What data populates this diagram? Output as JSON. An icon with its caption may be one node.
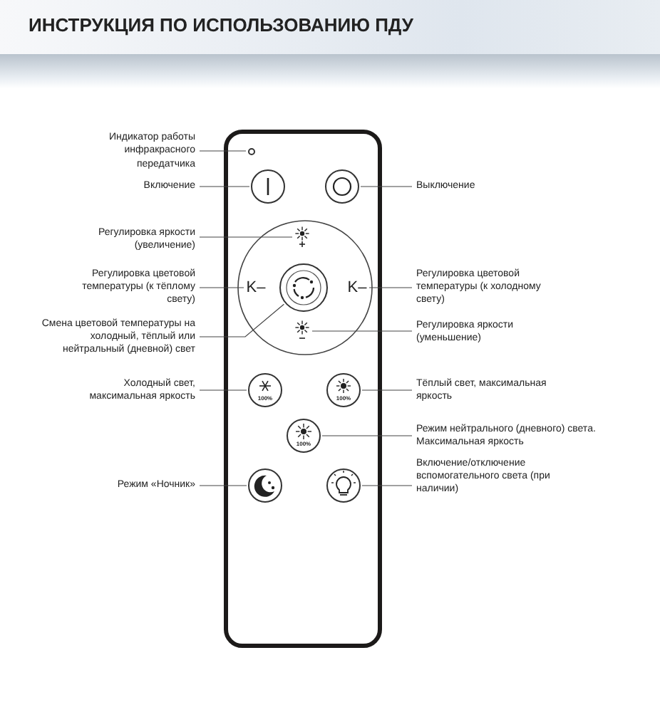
{
  "diagram": {
    "title": "ИНСТРУКЦИЯ ПО ИСПОЛЬЗОВАНИЮ ПДУ",
    "nodes": [
      {
        "text": [],
        "shape": "box"
      },
      {
        "text": [
          "Индикатор работы инфракрасного передатчика"
        ]
      },
      {
        "text": [],
        "shape": "circle",
        "in": 0
      },
      {
        "text": [
          "Включение"
        ]
      },
      {
        "text": [],
        "shape": "circle",
        "in": 0
      },
      {
        "text": [
          "Выключение"
        ]
      },
      {
        "text": [],
        "shape": "circle",
        "in": 0
      },
      {
        "text": [
          "Регулировка яркости (увеличение)"
        ]
      },
      {
        "text": [],
        "shape": "sun",
        "in": 0
      },
      {
        "text": [
          "Регулировка цветовой температуры (к тёплому свету)"
        ]
      },
      {
        "text": [
          "K–"
        ],
        "in": 0
      },
      {
        "text": [
          "Регулировка цветовой температуры (к холодному свету)"
        ]
      },
      {
        "text": [
          "K–"
        ],
        "in": 0
      },
      {
        "text": [
          "Смена цветовой температуры на холодный, тёплый или нейтральный (дневной) свет"
        ]
      },
      {
        "text": [],
        "shape": "circle",
        "in": 0
      },
      {
        "text": [
          "Регулировка яркости (уменьшение)"
        ]
      },
      {
        "text": [],
        "shape": "sun",
        "in": 0
      },
      {
        "text": [
          "Холодный свет, максимальная яркость"
        ]
      },
      {
        "text": [
          "100%"
        ],
        "in": 0
      },
      {
        "text": [
          "Тёплый свет, максимальная яркость"
        ]
      },
      {
        "text": [
          "100%"
        ],
        "in": 0
      },
      {
        "text": [
          "Режим нейтрального (дневного) света. Максимальная яркость"
        ]
      },
      {
        "text": [
          "100%"
        ],
        "in": 0
      },
      {
        "text": [
          "Режим «Ночник»"
        ]
      },
      {
        "text": [],
        "shape": "circle",
        "in": 0
      },
      {
        "text": [
          "Включение/отключение вспомогательного света (при наличии)"
        ]
      },
      {
        "text": [],
        "shape": "circle",
        "in": 0
      }
    ],
    "edges": [
      {
        "from": 1,
        "to": 2,
        "arrow": "none"
      },
      {
        "from": 3,
        "to": 4,
        "arrow": "none"
      },
      {
        "from": 5,
        "to": 6,
        "arrow": "none"
      },
      {
        "from": 7,
        "to": 8,
        "arrow": "none"
      },
      {
        "from": 9,
        "to": 10,
        "arrow": "none"
      },
      {
        "from": 11,
        "to": 12,
        "arrow": "none"
      },
      {
        "from": 13,
        "to": 14,
        "arrow": "none"
      },
      {
        "from": 15,
        "to": 16,
        "arrow": "none"
      },
      {
        "from": 17,
        "to": 18,
        "arrow": "none"
      },
      {
        "from": 19,
        "to": 20,
        "arrow": "none"
      },
      {
        "from": 21,
        "to": 22,
        "arrow": "none"
      },
      {
        "from": 23,
        "to": 24,
        "arrow": "none"
      },
      {
        "from": 25,
        "to": 26,
        "arrow": "none"
      }
    ]
  }
}
